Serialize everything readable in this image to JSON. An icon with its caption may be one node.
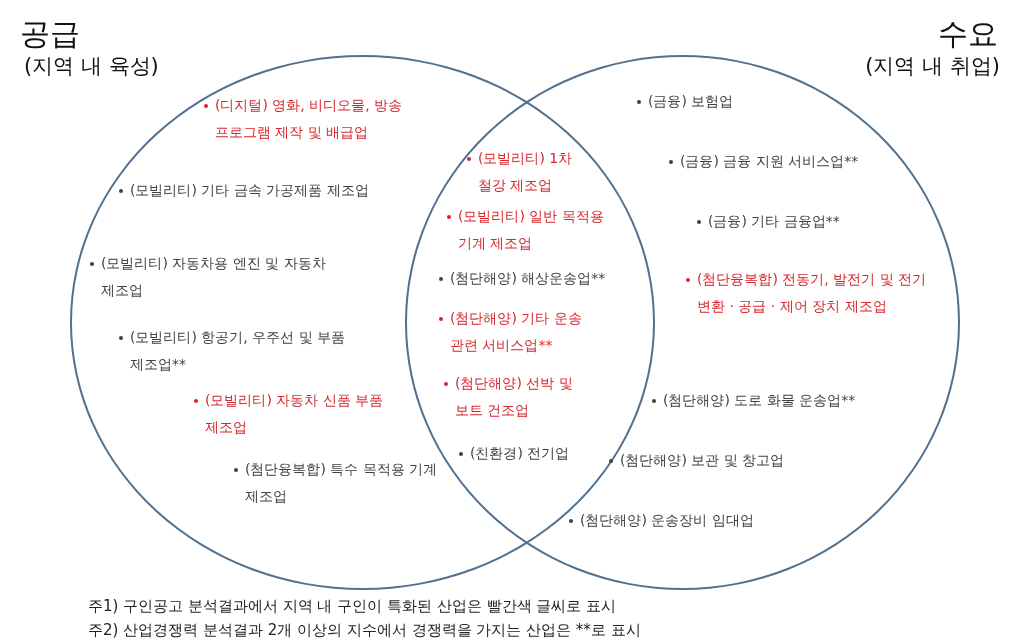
{
  "diagram": {
    "nodes": [
      {
        "text": [
          "공급",
          "(지역 내 육성)"
        ]
      },
      {
        "text": [
          "수요",
          "(지역 내 취업)"
        ]
      }
    ],
    "edges": [],
    "labels": [
      "(디지털) 영화, 비디오물, 방송 프로그램 제작 및 배급업",
      "(모빌리티) 기타 금속 가공제품 제조업",
      "(모빌리티) 자동차용 엔진 및 자동차 제조업",
      "(모빌리티) 항공기, 우주선 및 부품 제조업**",
      "(모빌리티) 자동차 신품 부품 제조업",
      "(첨단융복합) 특수 목적용 기계 제조업",
      "(모빌리티) 1차 철강 제조업",
      "(모빌리티) 일반 목적용 기계 제조업",
      "(첨단해양) 해상운송업**",
      "(첨단해양) 기타 운송 관련 서비스업**",
      "(첨단해양) 선박 및 보트 건조업",
      "(친환경) 전기업",
      "(금융) 보험업",
      "(금융) 금융 지원 서비스업**",
      "(금융) 기타 금융업**",
      "(첨단융복합) 전동기, 발전기 및 전기 변환 · 공급 · 제어 장치 제조업",
      "(첨단해양) 도로 화물 운송업**",
      "(첨단해양) 보관 및 창고업",
      "(첨단해양) 운송장비 임대업",
      "주1) 구인공고 분석결과에서 지역 내 구인이 특화된 산업은 빨간색 글씨로 표시",
      "주2) 산업경쟁력 분석결과 2개 이상의 지수에서 경쟁력을 가지는 산업은 **로 표시"
    ]
  }
}
